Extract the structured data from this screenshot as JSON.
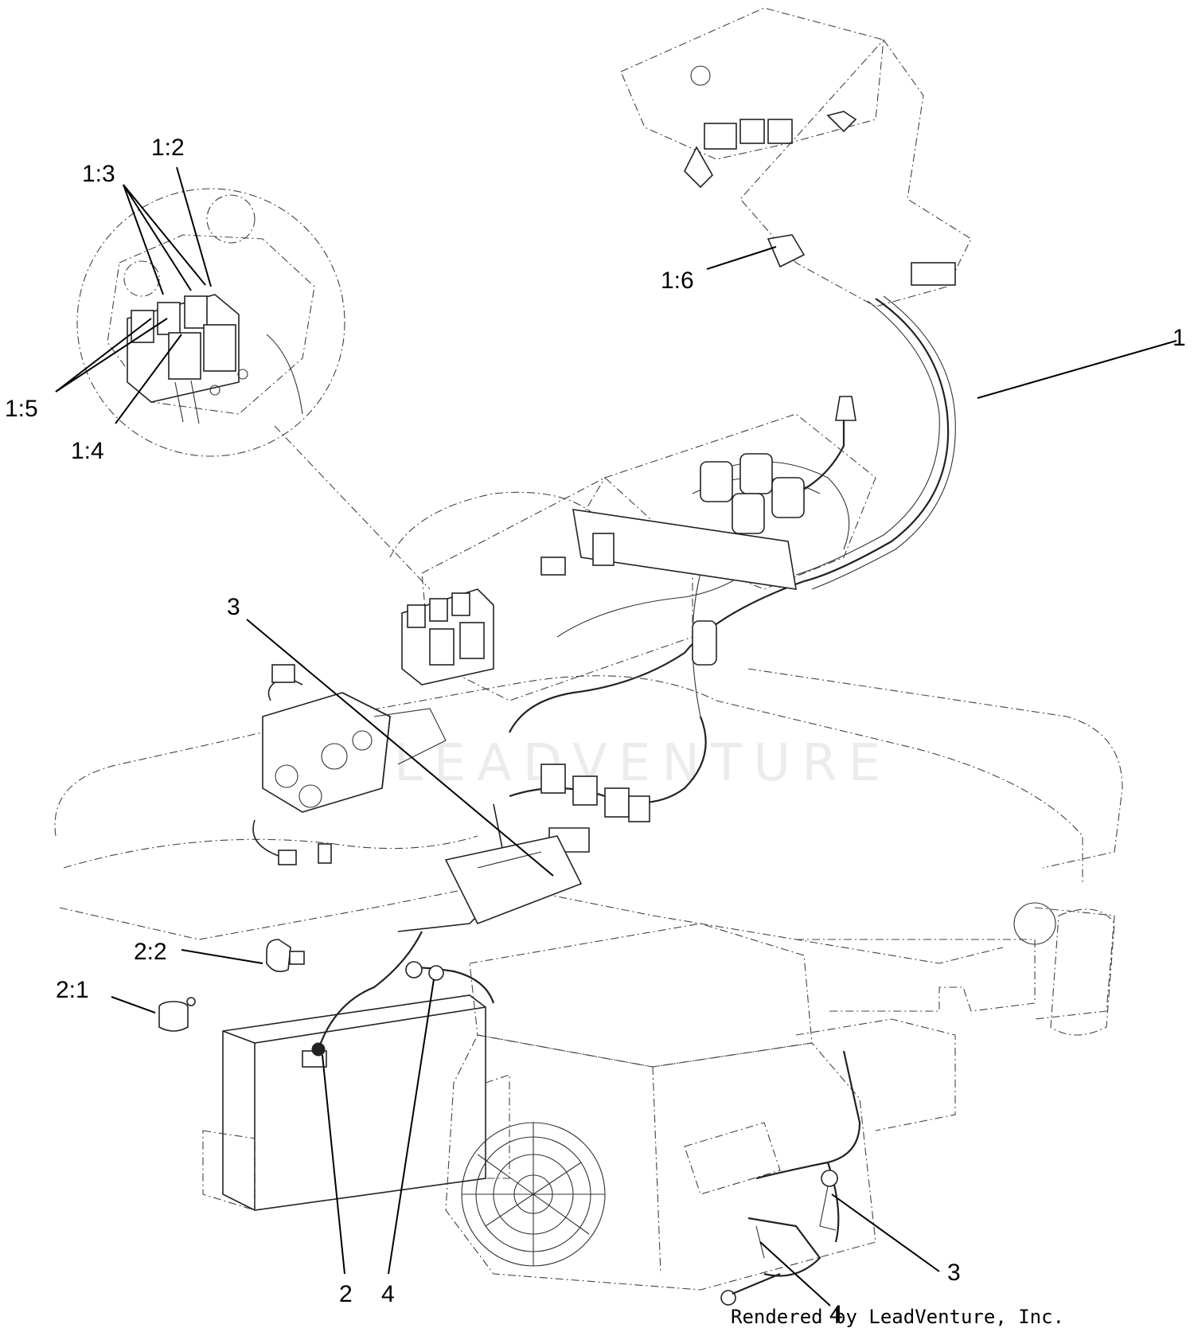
{
  "callouts": {
    "c_1_3": "1:3",
    "c_1_2": "1:2",
    "c_1_6": "1:6",
    "c_1": "1",
    "c_1_5": "1:5",
    "c_1_4": "1:4",
    "c_3_top": "3",
    "c_2_2": "2:2",
    "c_2_1": "2:1",
    "c_2": "2",
    "c_4_left": "4",
    "c_3_bottom": "3",
    "c_4_bottom": "4"
  },
  "watermark": "LEADVENTURE",
  "credit": "Rendered by LeadVenture, Inc.",
  "colors": {
    "ink": "#222222",
    "watermark": "#ececec",
    "background": "#ffffff"
  }
}
